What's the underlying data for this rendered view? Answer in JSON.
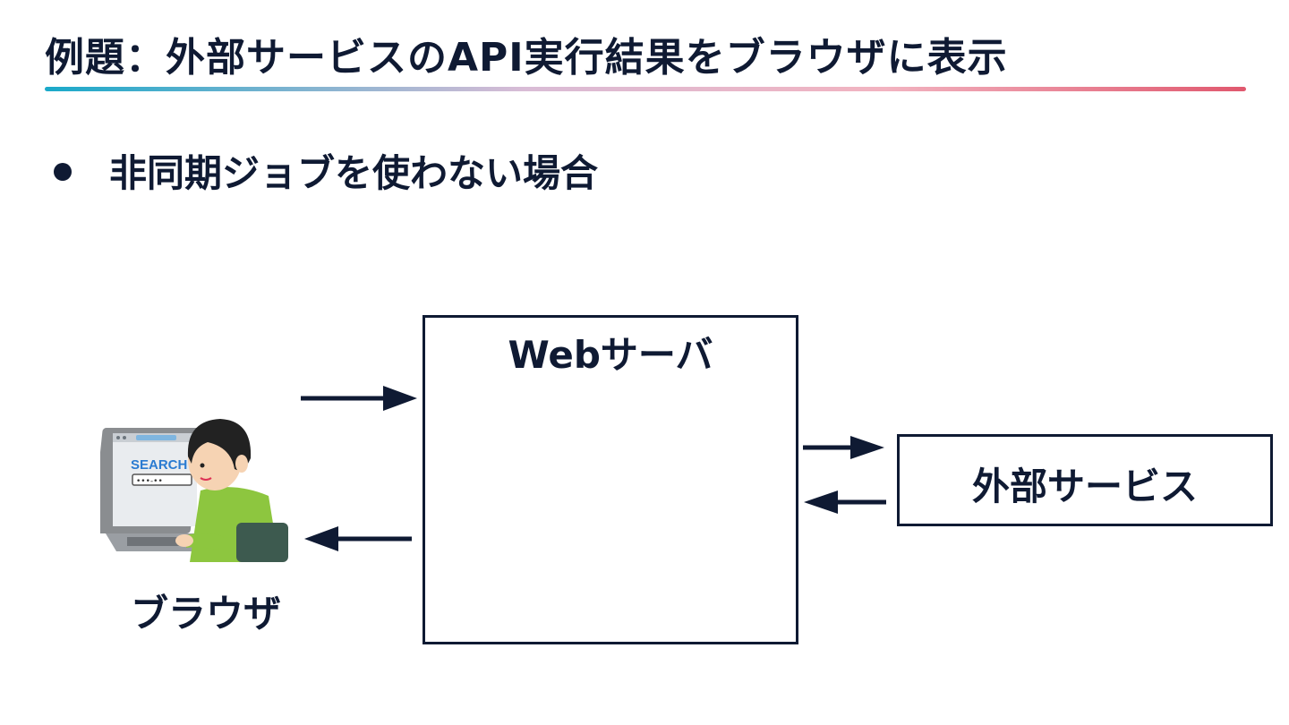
{
  "slide": {
    "title": "例題：外部サービスのAPI実行結果をブラウザに表示",
    "bullet": "非同期ジョブを使わない場合"
  },
  "diagram": {
    "browser": {
      "label": "ブラウザ",
      "screen_text": "SEARCH",
      "icon": "person-at-laptop-icon"
    },
    "server": {
      "label": "Webサーバ"
    },
    "external": {
      "label": "外部サービス"
    }
  },
  "colors": {
    "text": "#0f1a33",
    "title_gradient": [
      "#1aa9c9",
      "#d9bcd6",
      "#f2b3c0",
      "#e0586e"
    ]
  }
}
